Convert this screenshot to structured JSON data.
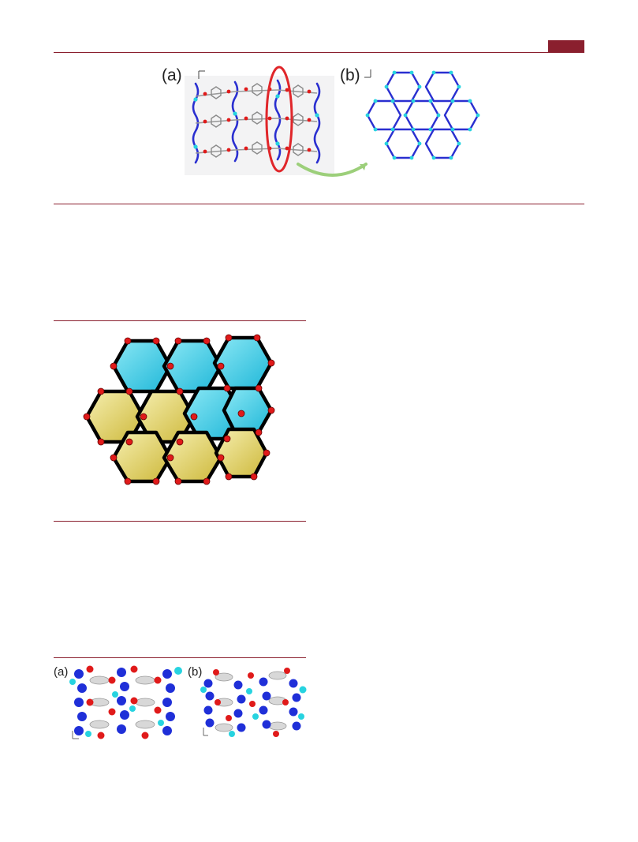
{
  "header": {
    "accent_color": "#8a1f2e"
  },
  "figure1": {
    "label_a": "(a)",
    "label_b": "(b)"
  },
  "figure3": {
    "label_a": "(a)",
    "label_b": "(b)"
  },
  "colors": {
    "ligand": "#2a2fd0",
    "metal": "#27d3e0",
    "oxygen": "#e01a1a",
    "carbon": "#b8b8b8",
    "highlight_ellipse": "#e0262a",
    "arrow": "#9ccf7a",
    "cyan_cell": "#27c9e4",
    "yellow_cell": "#e9d86a"
  }
}
